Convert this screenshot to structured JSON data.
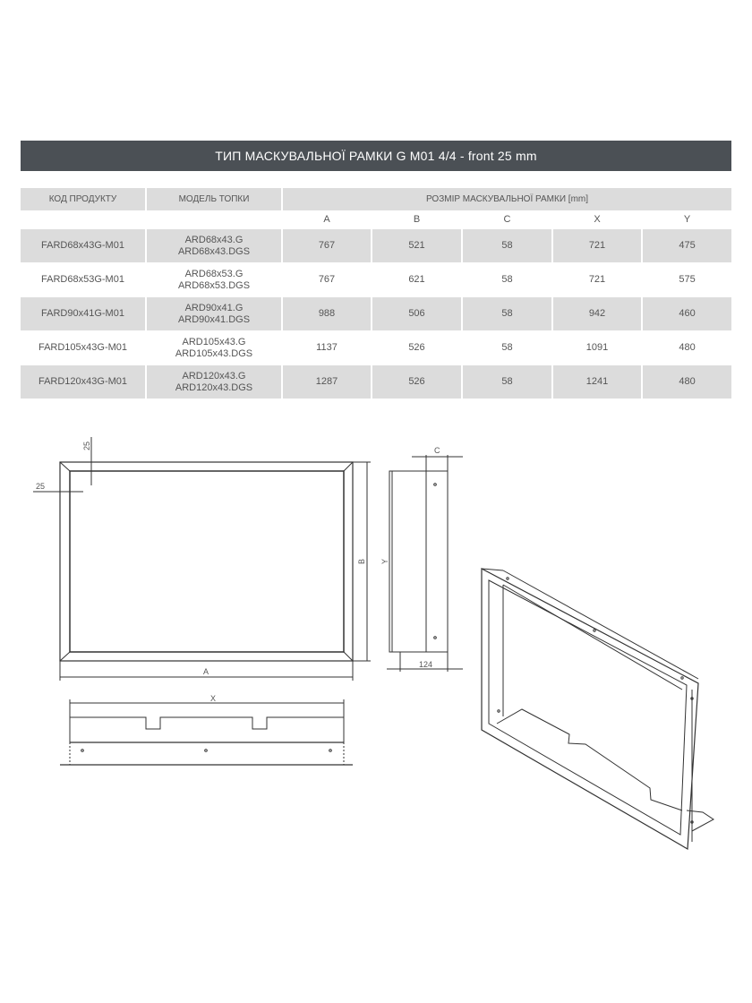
{
  "title": "ТИП МАСКУВАЛЬНОЇ РАМКИ G M01 4/4 - front 25 mm",
  "table": {
    "headers": {
      "code": "КОД ПРОДУКТУ",
      "model": "МОДЕЛЬ ТОПКИ",
      "size": "РОЗМІР МАСКУВАЛЬНОЇ РАМКИ [mm]"
    },
    "dims": [
      "A",
      "B",
      "C",
      "X",
      "Y"
    ],
    "rows": [
      {
        "code": "FARD68x43G-M01",
        "model1": "ARD68x43.G",
        "model2": "ARD68x43.DGS",
        "v": [
          "767",
          "521",
          "58",
          "721",
          "475"
        ]
      },
      {
        "code": "FARD68x53G-M01",
        "model1": "ARD68x53.G",
        "model2": "ARD68x53.DGS",
        "v": [
          "767",
          "621",
          "58",
          "721",
          "575"
        ]
      },
      {
        "code": "FARD90x41G-M01",
        "model1": "ARD90x41.G",
        "model2": "ARD90x41.DGS",
        "v": [
          "988",
          "506",
          "58",
          "942",
          "460"
        ]
      },
      {
        "code": "FARD105x43G-M01",
        "model1": "ARD105x43.G",
        "model2": "ARD105x43.DGS",
        "v": [
          "1137",
          "526",
          "58",
          "1091",
          "480"
        ]
      },
      {
        "code": "FARD120x43G-M01",
        "model1": "ARD120x43.G",
        "model2": "ARD120x43.DGS",
        "v": [
          "1287",
          "526",
          "58",
          "1241",
          "480"
        ]
      }
    ]
  },
  "drawing": {
    "dim_top": "25",
    "dim_left": "25",
    "A": "A",
    "B": "B",
    "C": "C",
    "X": "X",
    "Y": "Y",
    "depth": "124"
  }
}
